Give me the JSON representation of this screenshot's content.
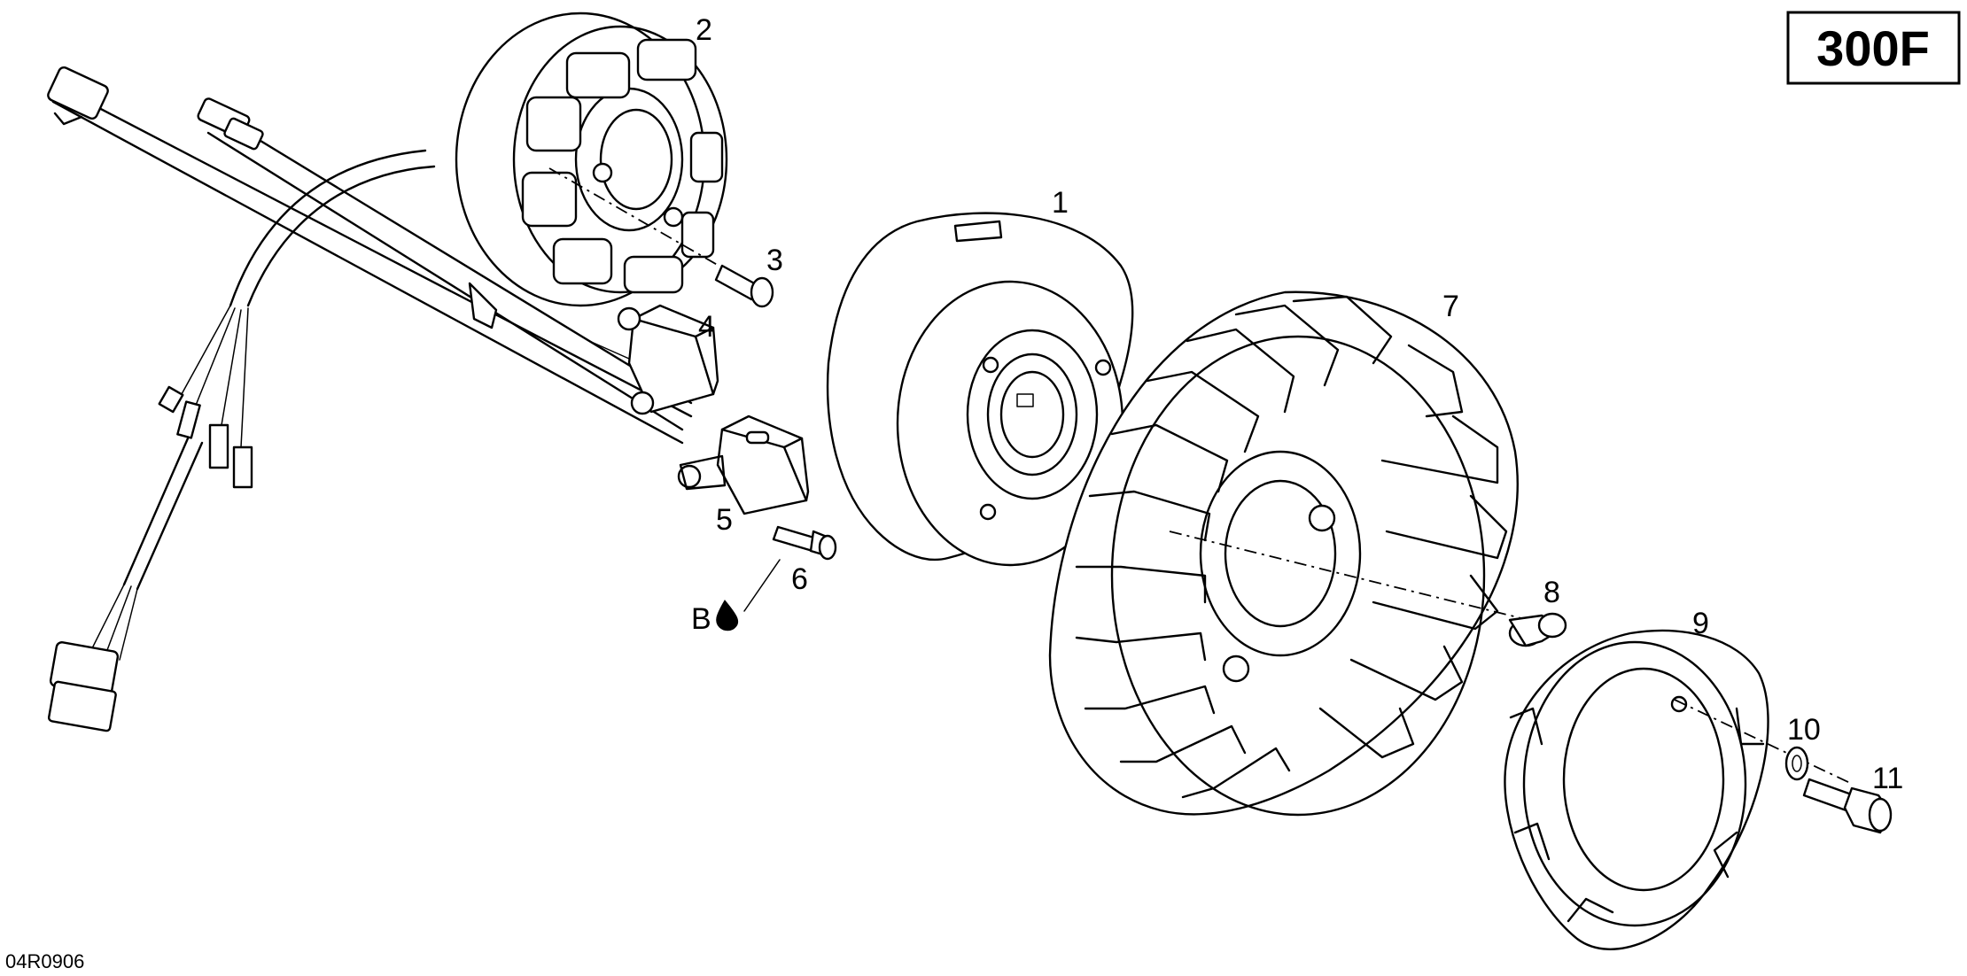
{
  "diagram": {
    "badge": "300F",
    "reference": "04R0906",
    "lubricant_label": "B",
    "lubricant_icon": "oil-drop-icon",
    "callouts": [
      "1",
      "2",
      "3",
      "4",
      "5",
      "6",
      "7",
      "8",
      "9",
      "10",
      "11"
    ]
  }
}
